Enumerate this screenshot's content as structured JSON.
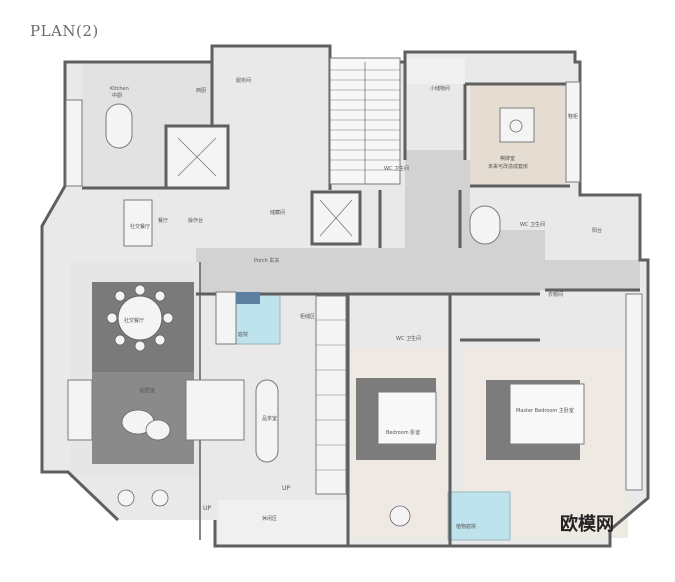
{
  "title": "PLAN(2)",
  "watermark": "欧模网",
  "colors": {
    "wall": "#666666",
    "floor_light": "#e6e6e6",
    "floor_terrazzo": "#d3d3d3",
    "rug_dark": "#7b7b7b",
    "wood": "#ede9e2",
    "water": "#bfe3ec",
    "room_tint": "#e4dcd2"
  },
  "rooms": {
    "kitchen_en": "Kitchen",
    "kitchen": "中厨",
    "western_kitchen": "西厨",
    "west_kitchen": "操作台",
    "utility": "服务间",
    "storage": "储藏间",
    "dining": "餐厅",
    "dining_room": "社交餐厅",
    "dining_area": "社交餐厅",
    "corridor": "Porch 玄关",
    "living": "起居室",
    "courtyard": "庭院",
    "cabinet": "柜储区",
    "study": "品茶室",
    "tea_room": "棋牌室",
    "tea_room_sub": "未来可改造成套房",
    "storage2": "小储物间",
    "wardrobe": "衣帽间",
    "bath1": "WC 卫生间",
    "bath2": "WC 卫生间",
    "bath3": "WC 卫生间",
    "bedroom": "Bedroom 卧室",
    "master": "Master Bedroom 主卧室",
    "balcony": "休闲区",
    "pool": "植物庭院",
    "small_balcony": "阳台",
    "shoe": "鞋柜",
    "up1": "UP",
    "up2": "UP"
  }
}
